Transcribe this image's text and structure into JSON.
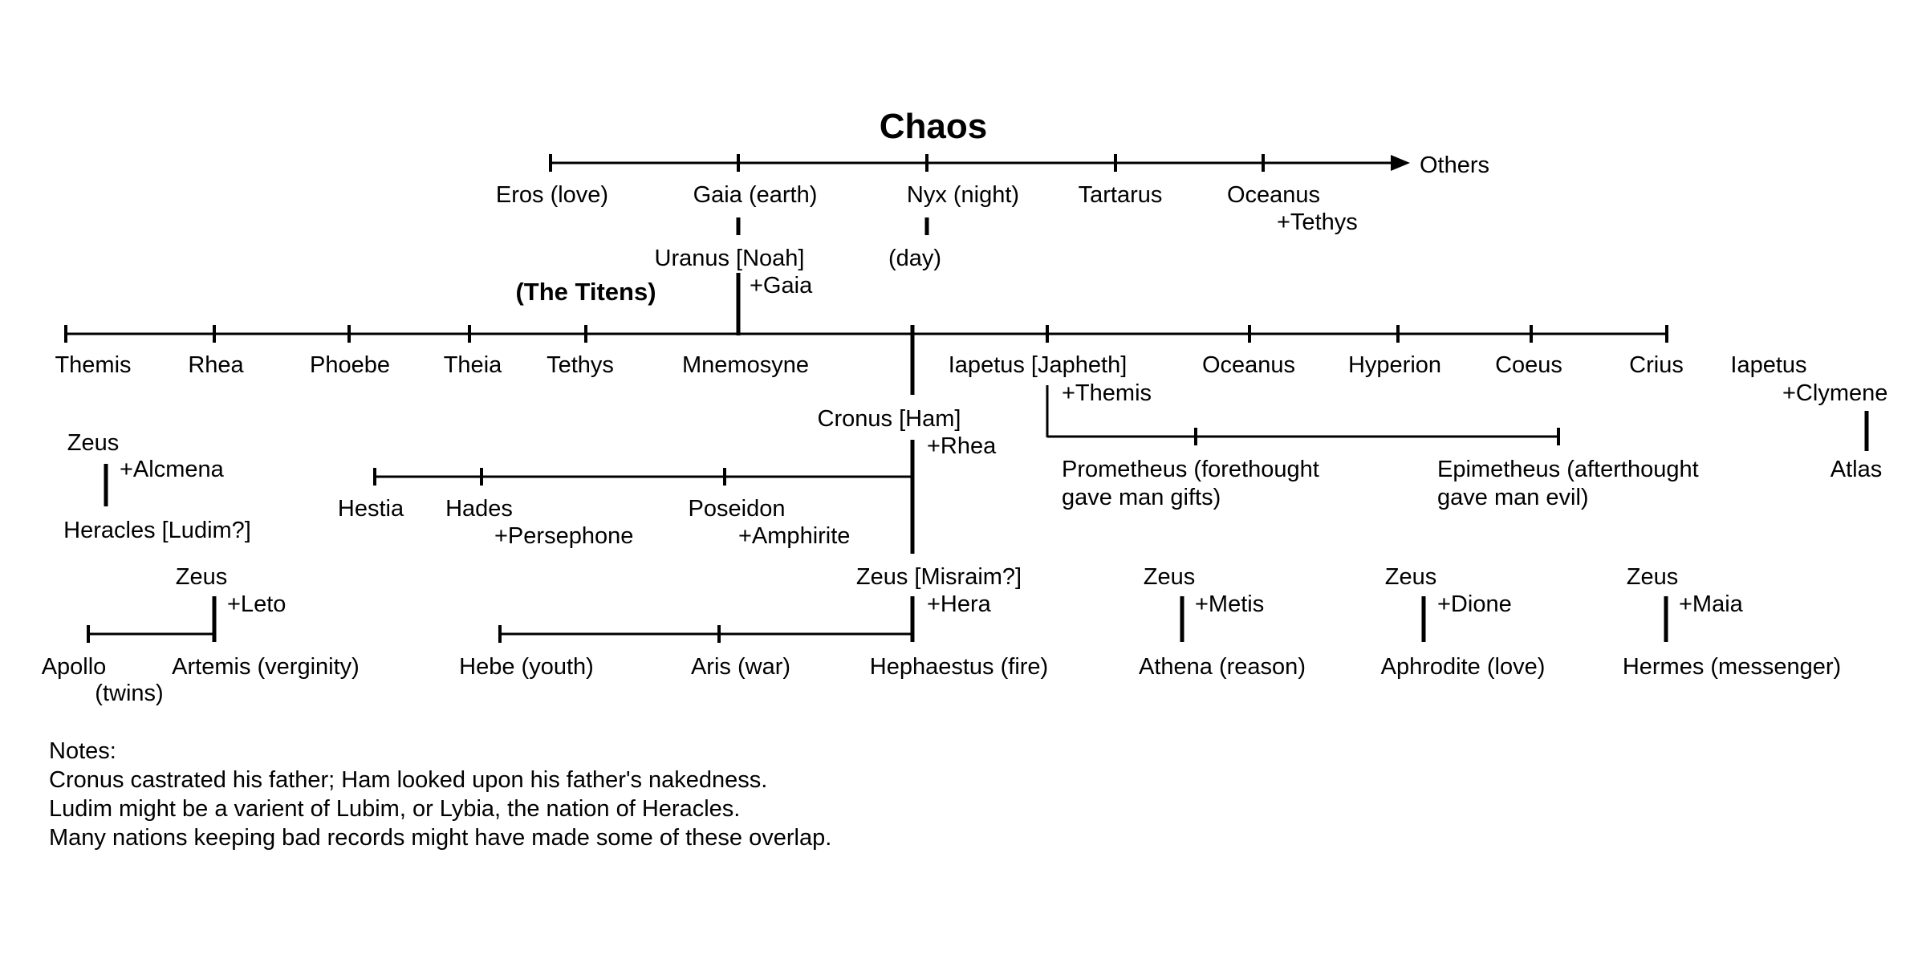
{
  "title": "Chaos",
  "others": "Others",
  "group_label": "(The Titens)",
  "chaos_children": [
    "Eros (love)",
    "Gaia (earth)",
    "Nyx (night)",
    "Tartarus",
    "Oceanus"
  ],
  "oceanus_spouse": "+Tethys",
  "uranus": "Uranus [Noah]",
  "uranus_spouse": "+Gaia",
  "nyx_child": "(day)",
  "titans": [
    "Themis",
    "Rhea",
    "Phoebe",
    "Theia",
    "Tethys",
    "Mnemosyne",
    "Iapetus [Japheth]",
    "Oceanus",
    "Hyperion",
    "Coeus",
    "Crius"
  ],
  "iapetus_spouse": "+Themis",
  "iapetus_children": [
    {
      "line1": "Prometheus (forethought",
      "line2": "gave man gifts)"
    },
    {
      "line1": "Epimetheus (afterthought",
      "line2": "gave man evil)"
    }
  ],
  "iapetus2": "Iapetus",
  "iapetus2_spouse": "+Clymene",
  "atlas": "Atlas",
  "cronus": "Cronus [Ham]",
  "cronus_spouse": "+Rhea",
  "cronus_children": [
    {
      "name": "Hestia",
      "spouse": ""
    },
    {
      "name": "Hades",
      "spouse": "+Persephone"
    },
    {
      "name": "Poseidon",
      "spouse": "+Amphirite"
    }
  ],
  "zeus_misraim": "Zeus [Misraim?]",
  "zeus_misraim_spouse": "+Hera",
  "hera_children": [
    "Hebe (youth)",
    "Aris (war)",
    "Hephaestus (fire)"
  ],
  "heracles_group": {
    "parent": "Zeus",
    "spouse": "+Alcmena",
    "child": "Heracles [Ludim?]"
  },
  "leto_group": {
    "parent": "Zeus",
    "spouse": "+Leto",
    "child1": "Apollo",
    "child1_note": "(twins)",
    "child2": "Artemis (verginity)"
  },
  "minor_pairs": [
    {
      "parent": "Zeus",
      "spouse": "+Metis",
      "child": "Athena (reason)"
    },
    {
      "parent": "Zeus",
      "spouse": "+Dione",
      "child": "Aphrodite (love)"
    },
    {
      "parent": "Zeus",
      "spouse": "+Maia",
      "child": "Hermes (messenger)"
    }
  ],
  "notes": [
    "Notes:",
    "Cronus castrated his father; Ham looked upon his father's nakedness.",
    "Ludim might be a varient of Lubim, or Lybia, the nation of Heracles.",
    "Many nations keeping bad records might have made some of these overlap."
  ]
}
